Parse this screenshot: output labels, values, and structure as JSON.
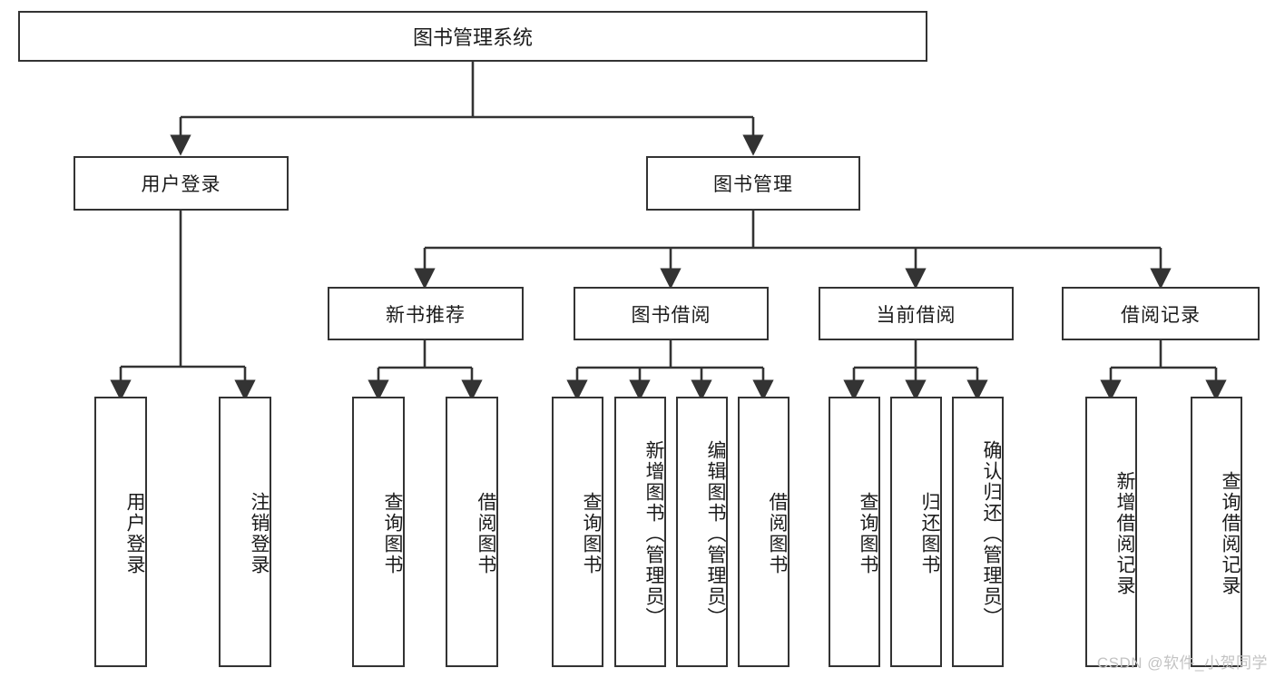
{
  "diagram": {
    "type": "tree",
    "title": "图书管理系统",
    "watermark": "CSDN @软件_小贺同学",
    "colors": {
      "box_border": "#333333",
      "box_fill": "#ffffff",
      "connector": "#333333",
      "text": "#1b1b1b",
      "watermark": "#c3c3c3"
    },
    "root": {
      "label": "图书管理系统"
    },
    "level1": [
      {
        "label": "用户登录"
      },
      {
        "label": "图书管理"
      }
    ],
    "level2": [
      {
        "label": "新书推荐"
      },
      {
        "label": "图书借阅"
      },
      {
        "label": "当前借阅"
      },
      {
        "label": "借阅记录"
      }
    ],
    "leaves": {
      "user_login": [
        {
          "label": "用户登录"
        },
        {
          "label": "注销登录"
        }
      ],
      "new_book": [
        {
          "label": "查询图书"
        },
        {
          "label": "借阅图书"
        }
      ],
      "borrow": [
        {
          "label": "查询图书"
        },
        {
          "label": "新增图书（管理员）"
        },
        {
          "label": "编辑图书（管理员）"
        },
        {
          "label": "借阅图书"
        }
      ],
      "current": [
        {
          "label": "查询图书"
        },
        {
          "label": "归还图书"
        },
        {
          "label": "确认归还（管理员）"
        }
      ],
      "records": [
        {
          "label": "新增借阅记录"
        },
        {
          "label": "查询借阅记录"
        }
      ]
    }
  }
}
